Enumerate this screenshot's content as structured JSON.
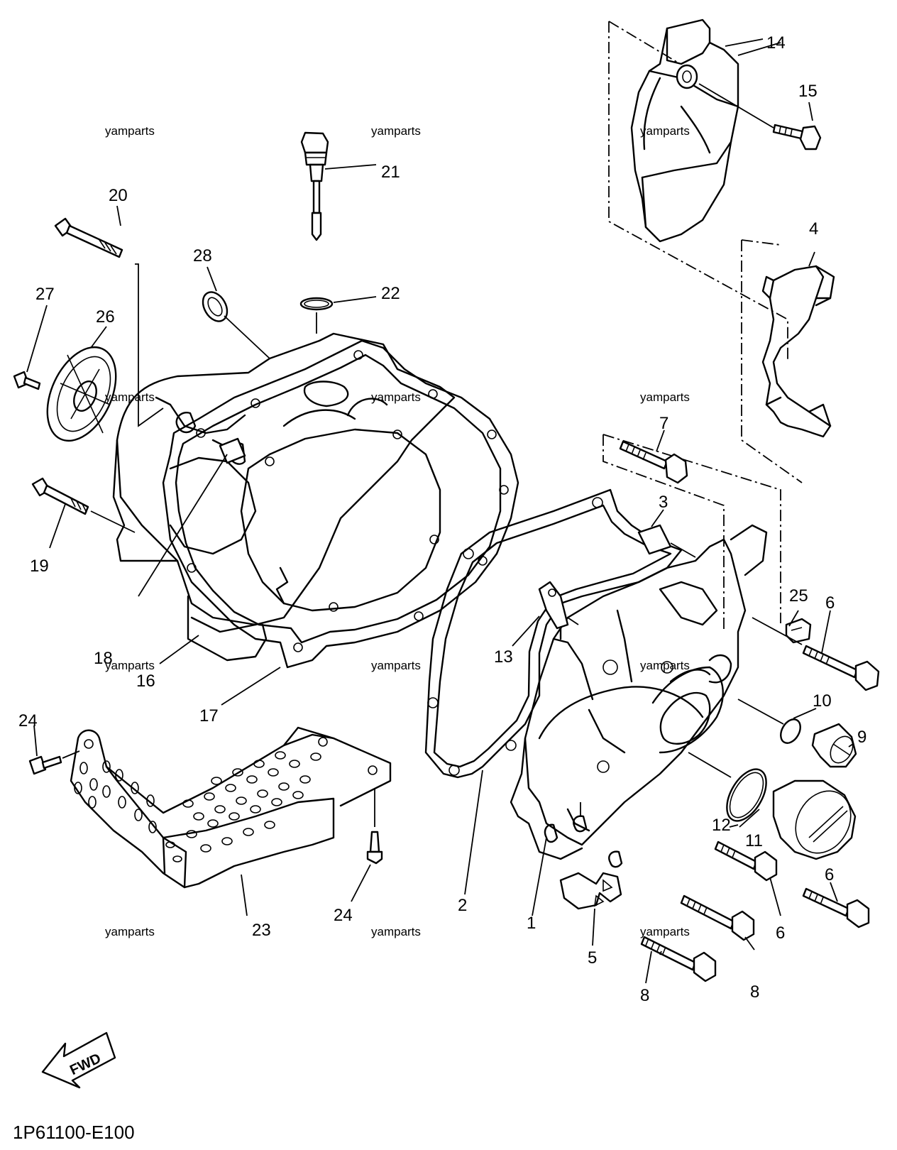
{
  "diagram": {
    "code": "1P61100-E100",
    "fwd_label": "FWD",
    "watermark": "yamparts",
    "callouts": [
      "1",
      "2",
      "3",
      "4",
      "5",
      "6",
      "6",
      "6",
      "7",
      "8",
      "8",
      "9",
      "10",
      "11",
      "12",
      "13",
      "14",
      "15",
      "16",
      "17",
      "18",
      "19",
      "20",
      "21",
      "22",
      "23",
      "24",
      "24",
      "25",
      "26",
      "27",
      "28"
    ]
  }
}
